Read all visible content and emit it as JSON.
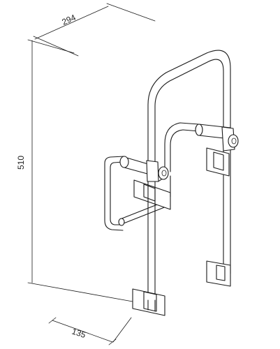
{
  "dimensions": {
    "width_top": "294",
    "height": "510",
    "depth_bottom": "135"
  },
  "colors": {
    "line": "#1a1a1a",
    "background": "#ffffff"
  }
}
